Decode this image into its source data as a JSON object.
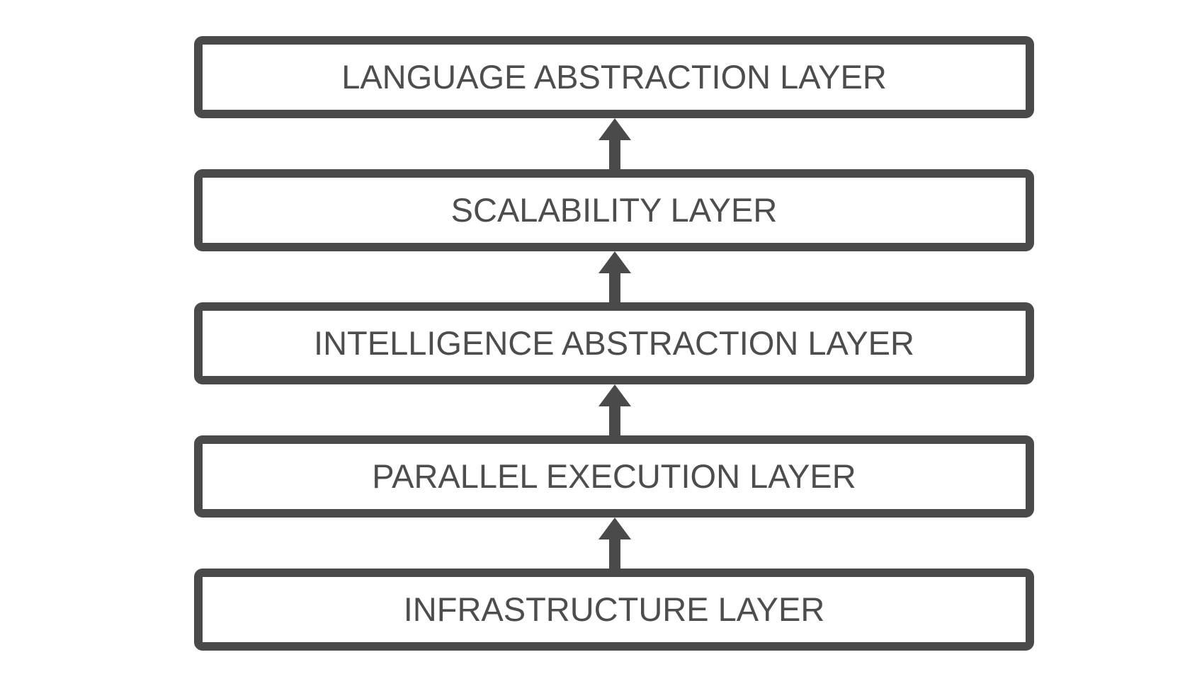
{
  "diagram": {
    "layers": [
      {
        "label": "LANGUAGE ABSTRACTION LAYER"
      },
      {
        "label": "SCALABILITY LAYER"
      },
      {
        "label": "INTELLIGENCE ABSTRACTION LAYER"
      },
      {
        "label": "PARALLEL EXECUTION LAYER"
      },
      {
        "label": "INFRASTRUCTURE LAYER"
      }
    ],
    "connectors": {
      "count": 4,
      "direction": "up"
    },
    "colors": {
      "box_border": "#4a4a4a",
      "box_fill": "#ffffff",
      "text": "#4d4d4d",
      "arrow": "#4a4a4a",
      "background": "#ffffff"
    }
  }
}
